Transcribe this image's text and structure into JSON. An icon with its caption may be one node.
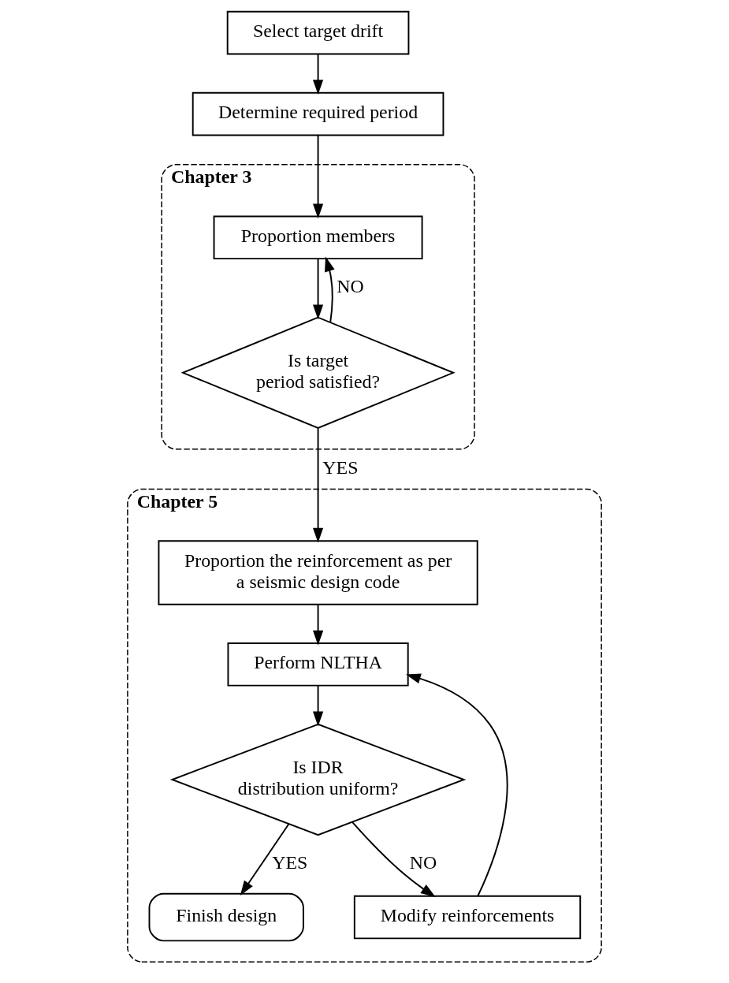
{
  "diagram": {
    "nodes": [
      {
        "text": [
          "Select target drift"
        ]
      },
      {
        "text": [
          "Determine required period"
        ]
      },
      {
        "text": [
          "Chapter 3"
        ]
      },
      {
        "text": [
          "Proportion members"
        ],
        "in": 2
      },
      {
        "text": [
          "Is target period satisfied?"
        ],
        "in": 2
      },
      {
        "text": [
          "Chapter 5"
        ]
      },
      {
        "text": [
          "Proportion the reinforcement as per a seismic design code"
        ],
        "in": 5
      },
      {
        "text": [
          "Perform NLTHA"
        ],
        "in": 5
      },
      {
        "text": [
          "Is IDR distribution uniform?"
        ],
        "in": 5
      },
      {
        "text": [
          "Finish design"
        ],
        "in": 5
      },
      {
        "text": [
          "Modify reinforcements"
        ],
        "in": 5
      }
    ],
    "edges": [
      {
        "from": 0,
        "to": 1,
        "arrow": "to"
      },
      {
        "from": 1,
        "to": 3,
        "arrow": "to"
      },
      {
        "from": 3,
        "to": 4,
        "arrow": "to"
      },
      {
        "from": 4,
        "to": 3,
        "arrow": "to",
        "label": "NO"
      },
      {
        "from": 4,
        "to": 6,
        "arrow": "to",
        "label": "YES"
      },
      {
        "from": 6,
        "to": 7,
        "arrow": "to"
      },
      {
        "from": 7,
        "to": 8,
        "arrow": "to"
      },
      {
        "from": 8,
        "to": 9,
        "arrow": "to",
        "label": "YES"
      },
      {
        "from": 8,
        "to": 10,
        "arrow": "to",
        "label": "NO"
      },
      {
        "from": 10,
        "to": 7,
        "arrow": "to"
      }
    ]
  }
}
